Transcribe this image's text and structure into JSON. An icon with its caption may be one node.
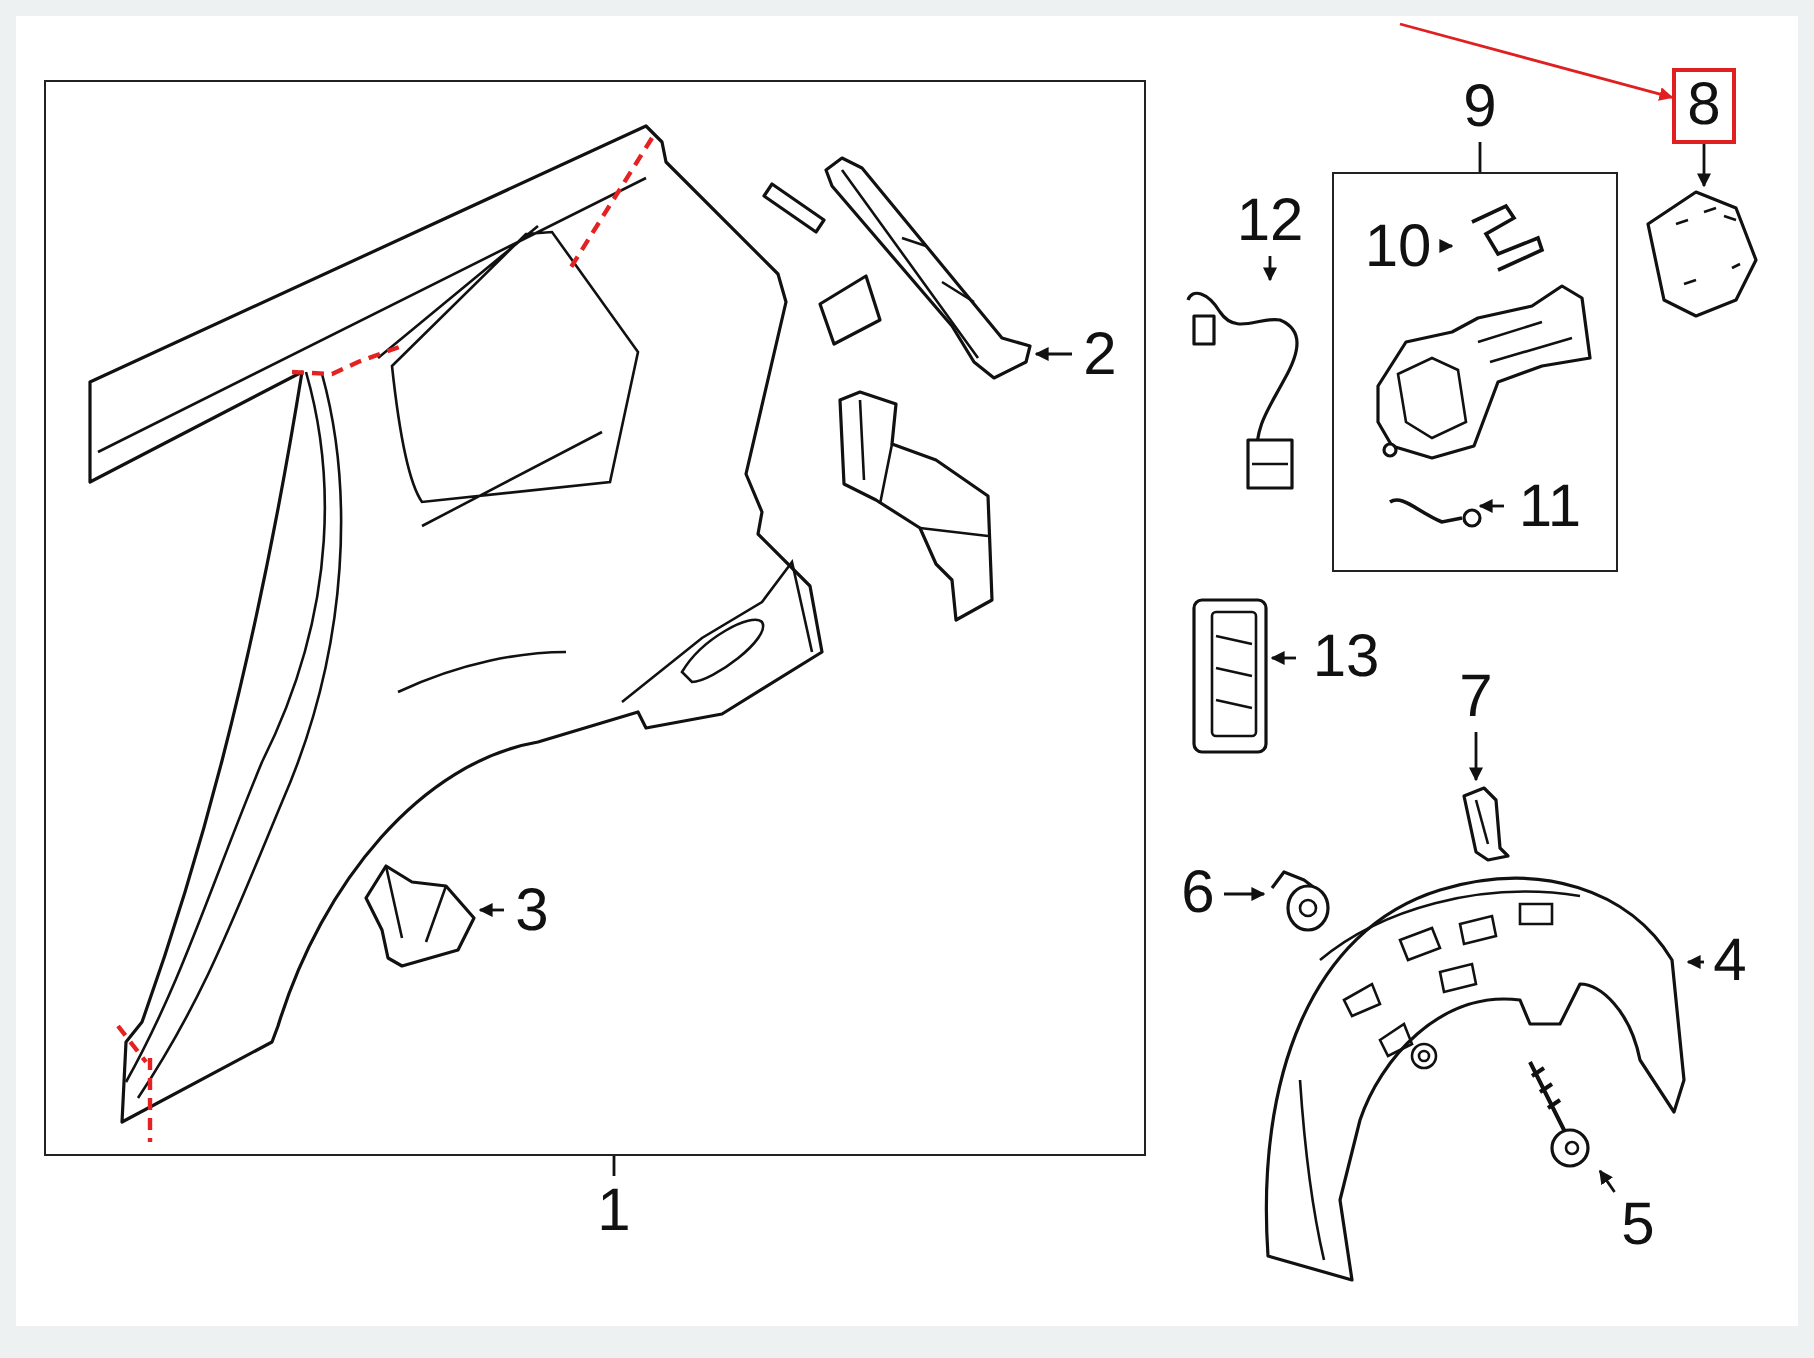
{
  "diagram": {
    "nodes": [
      {
        "text": [],
        "shape": "box"
      },
      {
        "text": [],
        "shape": "picture",
        "in": 0
      },
      {
        "text": [],
        "shape": "picture",
        "in": 0
      },
      {
        "text": [
          "3"
        ],
        "in": 0
      },
      {
        "text": [
          "1"
        ]
      },
      {
        "text": [],
        "shape": "picture",
        "in": 0
      },
      {
        "text": [
          "2"
        ],
        "in": 0
      },
      {
        "text": [],
        "shape": "box"
      },
      {
        "text": [
          "9"
        ]
      },
      {
        "text": [],
        "shape": "picture",
        "in": 7
      },
      {
        "text": [
          "10"
        ],
        "in": 7
      },
      {
        "text": [],
        "shape": "picture",
        "in": 7
      },
      {
        "text": [],
        "shape": "picture",
        "in": 7
      },
      {
        "text": [
          "11"
        ],
        "in": 7
      },
      {
        "text": [
          "12"
        ]
      },
      {
        "text": [],
        "shape": "picture"
      },
      {
        "text": [
          "8"
        ]
      },
      {
        "text": [],
        "shape": "picture"
      },
      {
        "text": [
          "13"
        ]
      },
      {
        "text": [],
        "shape": "picture"
      },
      {
        "text": [
          "7"
        ]
      },
      {
        "text": [],
        "shape": "picture"
      },
      {
        "text": [
          "6"
        ]
      },
      {
        "text": [],
        "shape": "picture"
      },
      {
        "text": [],
        "shape": "picture"
      },
      {
        "text": [
          "4"
        ]
      },
      {
        "text": [],
        "shape": "picture"
      },
      {
        "text": [
          "5"
        ]
      }
    ],
    "edges": [
      {
        "from": 4,
        "to": 0,
        "arrow": "none"
      },
      {
        "from": 3,
        "to": 2,
        "arrow": "to"
      },
      {
        "from": 6,
        "to": 5,
        "arrow": "to"
      },
      {
        "from": 8,
        "to": 7,
        "arrow": "none"
      },
      {
        "from": 10,
        "to": 9,
        "arrow": "to"
      },
      {
        "from": 13,
        "to": 12,
        "arrow": "to"
      },
      {
        "from": 14,
        "to": 15,
        "arrow": "to"
      },
      {
        "from": 16,
        "to": 17,
        "arrow": "to"
      },
      {
        "from": 18,
        "to": 19,
        "arrow": "to"
      },
      {
        "from": 20,
        "to": 21,
        "arrow": "to"
      },
      {
        "from": 22,
        "to": 23,
        "arrow": "to"
      },
      {
        "from": 25,
        "to": 24,
        "arrow": "to"
      },
      {
        "from": 27,
        "to": 26,
        "arrow": "to"
      },
      {
        "from": null,
        "to": 16,
        "arrow": "to",
        "color": "#e02020"
      }
    ]
  }
}
